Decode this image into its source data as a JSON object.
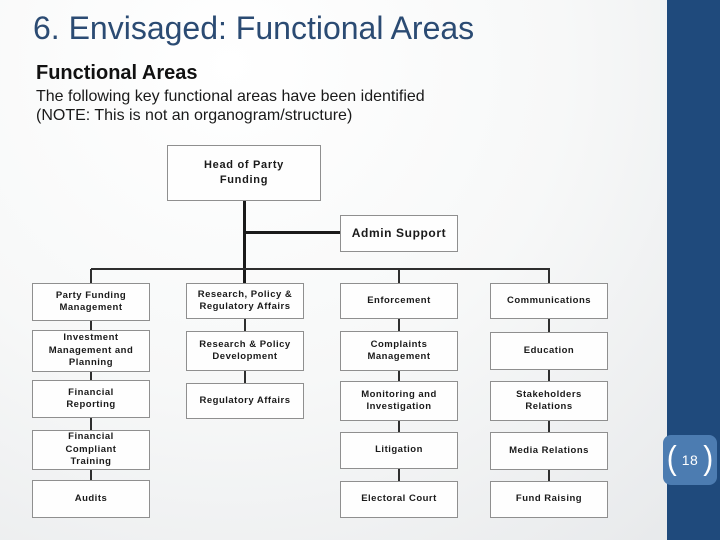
{
  "slide": {
    "title": "6. Envisaged: Functional Areas",
    "subtitle": "Functional Areas",
    "body_line1": "The following key functional areas have been identified",
    "body_line2": "(NOTE: This is not an organogram/structure)",
    "page_number": "18",
    "badge": {
      "paren_left": "(",
      "paren_right": ")"
    }
  },
  "colors": {
    "title_blue": "#2B4B73",
    "side_bar_blue": "#1F4A7C",
    "badge_blue": "#4C7CB1",
    "box_border_gray": "#8F8F8F",
    "connector_black": "#1A1A1A"
  },
  "org_chart": {
    "root": "Head of Party\nFunding",
    "staff": "Admin Support",
    "columns": [
      {
        "boxes": [
          "Party Funding\nManagement",
          "Investment\nManagement and\nPlanning",
          "Financial\nReporting",
          "Financial\nCompliant\nTraining",
          "Audits"
        ]
      },
      {
        "boxes": [
          "Research, Policy &\nRegulatory Affairs",
          "Research & Policy\nDevelopment",
          "Regulatory Affairs"
        ]
      },
      {
        "boxes": [
          "Enforcement",
          "Complaints\nManagement",
          "Monitoring and\nInvestigation",
          "Litigation",
          "Electoral Court"
        ]
      },
      {
        "boxes": [
          "Communications",
          "Education",
          "Stakeholders\nRelations",
          "Media Relations",
          "Fund Raising"
        ]
      }
    ]
  }
}
